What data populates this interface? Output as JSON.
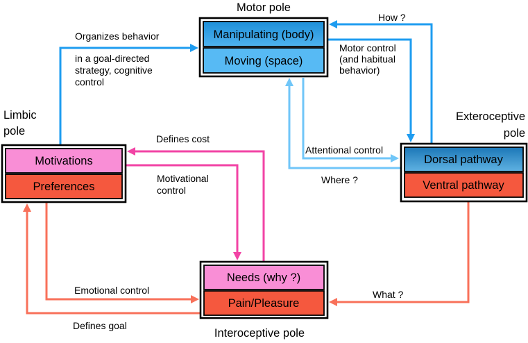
{
  "diagram": {
    "poles": {
      "motor": {
        "title": "Motor pole",
        "cells": [
          "Manipulating (body)",
          "Moving (space)"
        ]
      },
      "limbic": {
        "title_lines": [
          "Limbic",
          "pole"
        ],
        "cells": [
          "Motivations",
          "Preferences"
        ]
      },
      "exteroceptive": {
        "title_lines": [
          "Exteroceptive",
          "pole"
        ],
        "cells": [
          "Dorsal pathway",
          "Ventral pathway"
        ]
      },
      "interoceptive": {
        "title": "Interoceptive pole",
        "cells": [
          "Needs (why ?)",
          "Pain/Pleasure"
        ]
      }
    },
    "arrows": {
      "organizes_behavior": {
        "from": "Motivations",
        "to": "Motor pole",
        "color": "#1e9cf0",
        "lines": [
          "Organizes behavior",
          "in a goal-directed",
          "strategy, cognitive",
          "control"
        ]
      },
      "how": {
        "from": "Dorsal pathway",
        "to": "Manipulating (body)",
        "color": "#1e9cf0",
        "label": "How ?"
      },
      "motor_control": {
        "from": "Manipulating (body)",
        "to": "Dorsal pathway",
        "color": "#1e9cf0",
        "lines": [
          "Motor control",
          "(and habitual",
          "behavior)"
        ]
      },
      "attentional_control": {
        "from": "Moving (space)",
        "to": "Dorsal pathway",
        "color": "#70c6f8",
        "label": "Attentional control"
      },
      "where": {
        "from": "Dorsal pathway",
        "to": "Moving (space)",
        "color": "#70c6f8",
        "label": "Where ?"
      },
      "defines_cost": {
        "from": "Needs (why ?)",
        "to": "Motivations",
        "color": "#f243a5",
        "label": "Defines cost"
      },
      "motivational_control": {
        "from": "Motivations",
        "to": "Needs (why ?)",
        "color": "#f243a5",
        "lines": [
          "Motivational",
          "control"
        ]
      },
      "emotional_control": {
        "from": "Preferences",
        "to": "Pain/Pleasure",
        "color": "#f8715a",
        "label": "Emotional control"
      },
      "defines_goal": {
        "from": "Pain/Pleasure",
        "to": "Preferences",
        "color": "#f8715a",
        "label": "Defines goal"
      },
      "what": {
        "from": "Ventral pathway",
        "to": "Pain/Pleasure",
        "color": "#f8715a",
        "label": "What ?"
      }
    },
    "colors": {
      "arrow_blue": "#1e9cf0",
      "arrow_light_blue": "#70c6f8",
      "arrow_pink": "#f243a5",
      "arrow_salmon": "#f8715a",
      "cell_pink": "#f98ed6",
      "cell_salmon": "#f5583e",
      "cell_light_blue": "#57baf4",
      "cell_blue_gradient_top": "#1e90d9",
      "cell_blue_gradient_bottom": "#4fb2ee",
      "cell_dark_blue_gradient_top": "#1b77b7",
      "cell_dark_blue_gradient_bottom": "#60b2e2",
      "text": "#000000",
      "background": "#ffffff"
    }
  }
}
